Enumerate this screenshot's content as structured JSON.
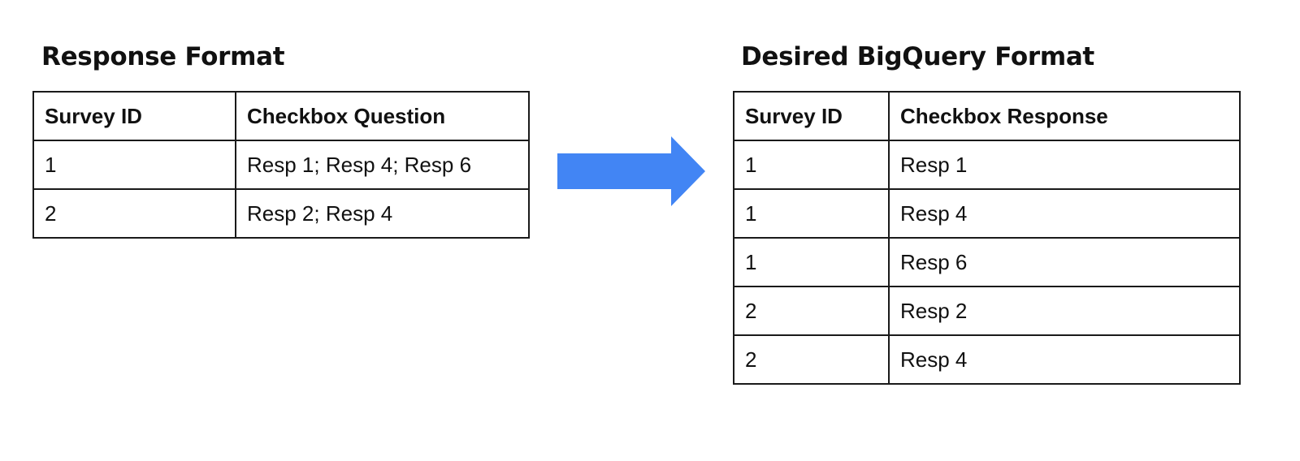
{
  "left": {
    "title": "Response Format",
    "headers": [
      "Survey ID",
      "Checkbox Question"
    ],
    "rows": [
      [
        "1",
        "Resp 1; Resp 4; Resp 6"
      ],
      [
        "2",
        "Resp 2; Resp 4"
      ]
    ]
  },
  "right": {
    "title": "Desired BigQuery Format",
    "headers": [
      "Survey ID",
      "Checkbox Response"
    ],
    "rows": [
      [
        "1",
        "Resp 1"
      ],
      [
        "1",
        "Resp 4"
      ],
      [
        "1",
        "Resp 6"
      ],
      [
        "2",
        "Resp 2"
      ],
      [
        "2",
        "Resp 4"
      ]
    ]
  },
  "arrow": {
    "icon": "right-arrow-icon",
    "color": "#4285f4"
  }
}
